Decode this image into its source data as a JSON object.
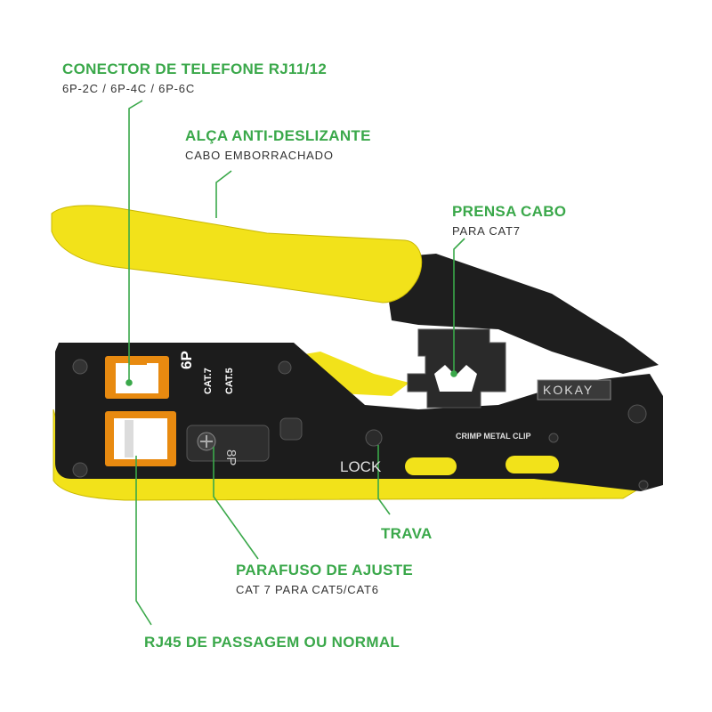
{
  "callouts": {
    "rj11": {
      "title": "CONECTOR DE TELEFONE RJ11/12",
      "subtitle": "6P-2C / 6P-4C / 6P-6C"
    },
    "handle": {
      "title": "ALÇA ANTI-DESLIZANTE",
      "subtitle": "CABO EMBORRACHADO"
    },
    "crimp": {
      "title": "PRENSA CABO",
      "subtitle": "PARA CAT7"
    },
    "lock": {
      "title": "TRAVA"
    },
    "screw": {
      "title": "PARAFUSO DE AJUSTE",
      "subtitle": "CAT 7 PARA CAT5/CAT6"
    },
    "rj45": {
      "title": "RJ45 DE PASSAGEM OU NORMAL"
    }
  },
  "tool": {
    "brand": "KOKAY",
    "port_6p": "6P",
    "port_8p": "8P",
    "cat7_label": "CAT.7",
    "cat5_label": "CAT.5",
    "lock_label": "LOCK",
    "crimp_clip_label": "CRIMP METAL CLIP"
  },
  "colors": {
    "accent_green": "#3aa84a",
    "handle_yellow": "#f2e21a",
    "body_black": "#1c1c1c",
    "port_orange": "#e88a10"
  }
}
